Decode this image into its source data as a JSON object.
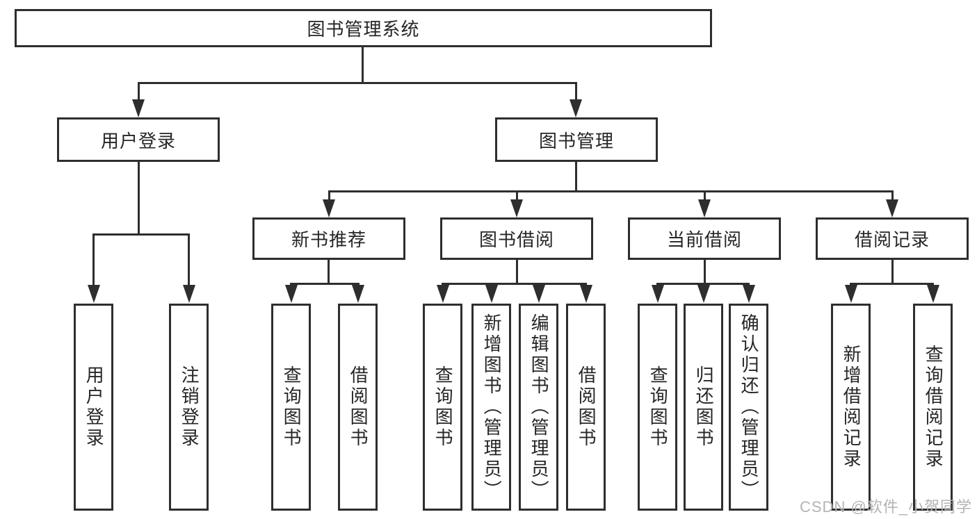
{
  "diagram": {
    "root": {
      "label": "图书管理系统"
    },
    "branches": [
      {
        "label": "用户登录",
        "children": [
          {
            "label": "用户登录"
          },
          {
            "label": "注销登录"
          }
        ]
      },
      {
        "label": "图书管理",
        "children": [
          {
            "label": "新书推荐",
            "children": [
              {
                "label": "查询图书"
              },
              {
                "label": "借阅图书"
              }
            ]
          },
          {
            "label": "图书借阅",
            "children": [
              {
                "label": "查询图书"
              },
              {
                "label": "新增图书（管理员）"
              },
              {
                "label": "编辑图书（管理员）"
              },
              {
                "label": "借阅图书"
              }
            ]
          },
          {
            "label": "当前借阅",
            "children": [
              {
                "label": "查询图书"
              },
              {
                "label": "归还图书"
              },
              {
                "label": "确认归还（管理员）"
              }
            ]
          },
          {
            "label": "借阅记录",
            "children": [
              {
                "label": "新增借阅记录"
              },
              {
                "label": "查询借阅记录"
              }
            ]
          }
        ]
      }
    ],
    "colors": {
      "line": "#2e2e2e",
      "text": "#262626",
      "background": "#ffffff",
      "watermark": "#b3b3b3"
    }
  },
  "watermark": {
    "text": "CSDN @软件_小贺同学"
  }
}
